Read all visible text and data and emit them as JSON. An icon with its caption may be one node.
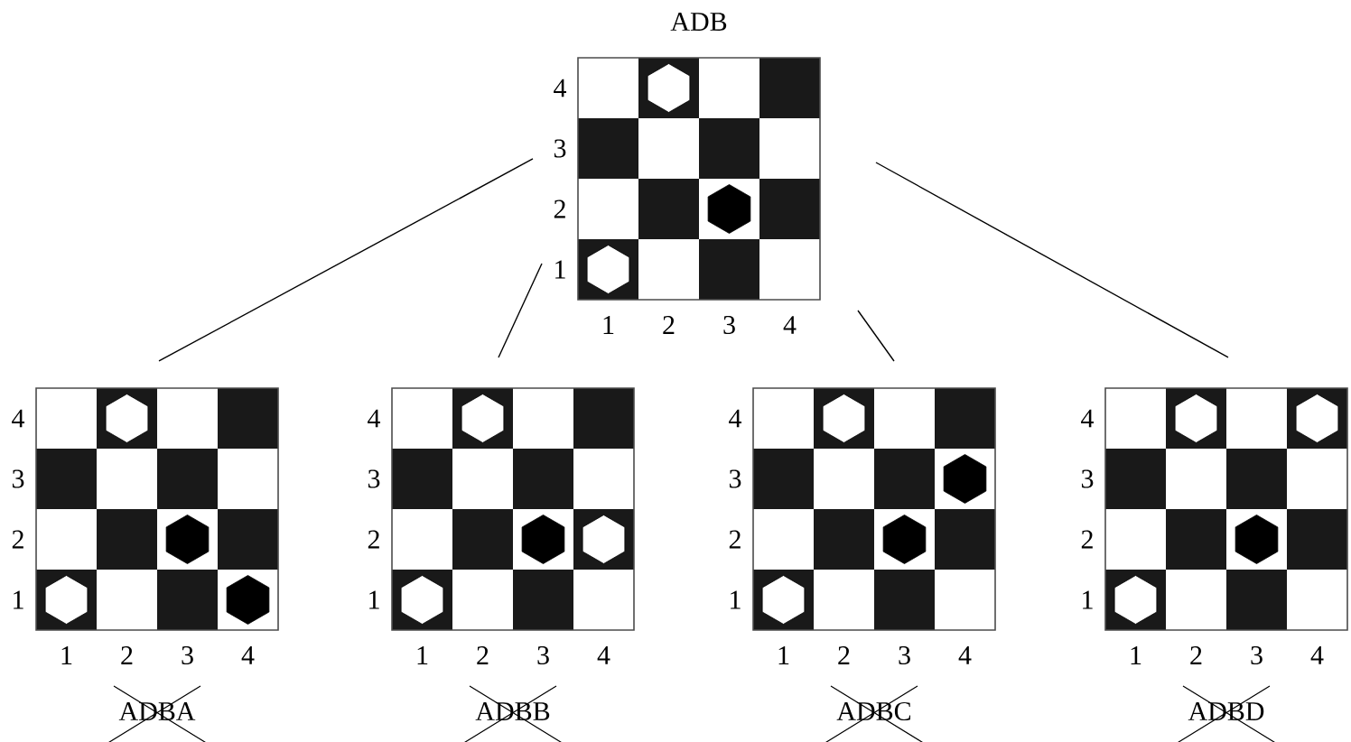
{
  "diagram": {
    "nodes": [
      {
        "text": [
          "ADB"
        ],
        "beside": [
          "4",
          "3",
          "2",
          "1",
          "1",
          "2",
          "3",
          "4"
        ]
      },
      {
        "text": [
          "ADBA"
        ],
        "beside": [
          "4",
          "3",
          "2",
          "1",
          "1",
          "2",
          "3",
          "4"
        ]
      },
      {
        "text": [
          "ADBB"
        ],
        "beside": [
          "4",
          "3",
          "2",
          "1",
          "1",
          "2",
          "3",
          "4"
        ]
      },
      {
        "text": [
          "ADBC"
        ],
        "beside": [
          "4",
          "3",
          "2",
          "1",
          "1",
          "2",
          "3",
          "4"
        ]
      },
      {
        "text": [
          "ADBD"
        ],
        "beside": [
          "4",
          "3",
          "2",
          "1",
          "1",
          "2",
          "3",
          "4"
        ]
      }
    ],
    "edges": [
      {
        "from": 0,
        "to": 1,
        "arrow": "none"
      },
      {
        "from": 0,
        "to": 2,
        "arrow": "none"
      },
      {
        "from": 0,
        "to": 3,
        "arrow": "none"
      },
      {
        "from": 0,
        "to": 4,
        "arrow": "none"
      }
    ]
  }
}
